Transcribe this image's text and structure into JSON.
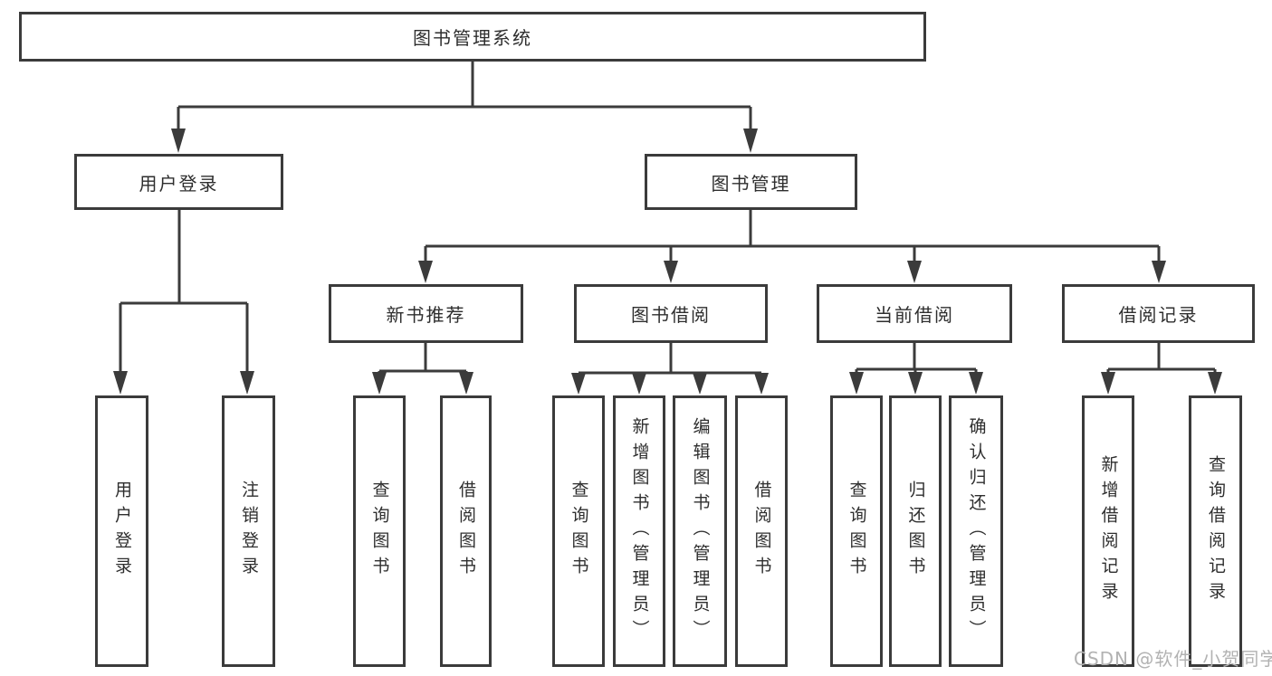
{
  "diagram": {
    "root": {
      "label": "图书管理系统"
    },
    "level2": [
      {
        "id": "user-login",
        "label": "用户登录",
        "parent": "图书管理系统"
      },
      {
        "id": "book-management",
        "label": "图书管理",
        "parent": "图书管理系统"
      }
    ],
    "level3": [
      {
        "id": "new-book-recommend",
        "label": "新书推荐",
        "parent": "图书管理"
      },
      {
        "id": "book-borrow",
        "label": "图书借阅",
        "parent": "图书管理"
      },
      {
        "id": "current-borrow",
        "label": "当前借阅",
        "parent": "图书管理"
      },
      {
        "id": "borrow-record",
        "label": "借阅记录",
        "parent": "图书管理"
      }
    ],
    "leaves": [
      {
        "label": "用户登录",
        "parent": "用户登录"
      },
      {
        "label": "注销登录",
        "parent": "用户登录"
      },
      {
        "label": "查询图书",
        "parent": "新书推荐"
      },
      {
        "label": "借阅图书",
        "parent": "新书推荐"
      },
      {
        "label": "查询图书",
        "parent": "图书借阅"
      },
      {
        "label": "新增图书（管理员）",
        "parent": "图书借阅"
      },
      {
        "label": "编辑图书（管理员）",
        "parent": "图书借阅"
      },
      {
        "label": "借阅图书",
        "parent": "图书借阅"
      },
      {
        "label": "查询图书",
        "parent": "当前借阅"
      },
      {
        "label": "归还图书",
        "parent": "当前借阅"
      },
      {
        "label": "确认归还（管理员）",
        "parent": "当前借阅"
      },
      {
        "label": "新增借阅记录",
        "parent": "借阅记录"
      },
      {
        "label": "查询借阅记录",
        "parent": "借阅记录"
      }
    ],
    "watermark": "CSDN @软件_小贺同学",
    "colors": {
      "line": "#3b3b3b",
      "text": "#2e2e2e",
      "watermark": "#b2b2b2",
      "background": "#ffffff"
    }
  }
}
